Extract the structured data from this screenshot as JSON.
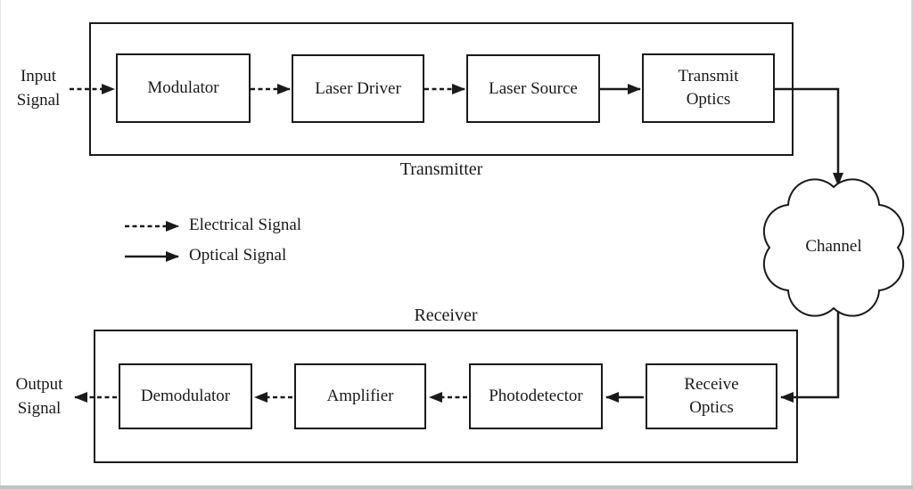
{
  "colors": {
    "line": "#1a1a1a",
    "background": "#ffffff"
  },
  "input_label": {
    "line1": "Input",
    "line2": "Signal"
  },
  "output_label": {
    "line1": "Output",
    "line2": "Signal"
  },
  "transmitter": {
    "label": "Transmitter",
    "blocks": [
      "Modulator",
      "Laser Driver",
      "Laser Source",
      "Transmit Optics"
    ]
  },
  "receiver": {
    "label": "Receiver",
    "blocks": [
      "Demodulator",
      "Amplifier",
      "Photodetector",
      "Receive Optics"
    ]
  },
  "channel": {
    "label": "Channel"
  },
  "legend": {
    "electrical": "Electrical Signal",
    "optical": "Optical Signal"
  }
}
